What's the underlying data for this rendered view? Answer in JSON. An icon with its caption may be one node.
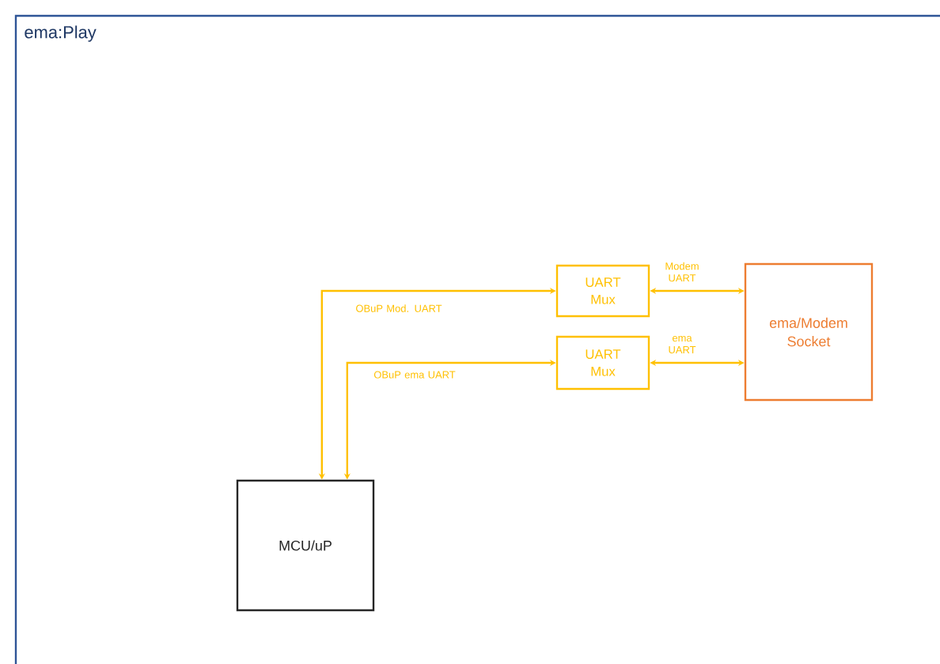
{
  "diagram": {
    "nodes": [
      {
        "text": [
          "ema:Play"
        ]
      },
      {
        "text": [
          "UART Mux"
        ],
        "in": 0
      },
      {
        "text": [
          "UART Mux"
        ],
        "in": 0
      },
      {
        "text": [
          "ema/Modem Socket"
        ],
        "in": 0
      },
      {
        "text": [
          "MCU/uP"
        ],
        "in": 0
      }
    ],
    "edges": [
      {
        "from": 4,
        "to": 1,
        "arrow": "both",
        "label": "OBuP Mod. UART"
      },
      {
        "from": 4,
        "to": 2,
        "arrow": "both",
        "label": "OBuP  ema UART"
      },
      {
        "from": 1,
        "to": 3,
        "arrow": "both",
        "label": "Modem UART"
      },
      {
        "from": 2,
        "to": 3,
        "arrow": "both",
        "label": "ema UART"
      }
    ]
  }
}
